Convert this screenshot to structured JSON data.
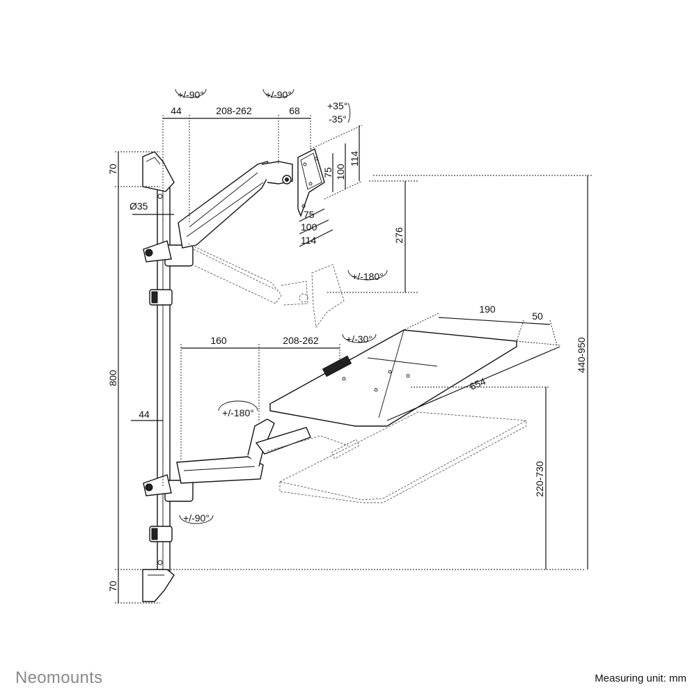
{
  "brand": "Neomounts",
  "footer_note": "Measuring unit: mm",
  "dimensions": {
    "top_44": "44",
    "top_208_262": "208-262",
    "top_68": "68",
    "rot_left": "+/-90°",
    "rot_mid": "+/-90°",
    "tilt_up": "+35°",
    "tilt_down": "-35°",
    "vesa_h_100": "100",
    "vesa_h_114": "114",
    "vesa_h_75": "75",
    "vesa_w_75": "75",
    "vesa_w_100": "100",
    "vesa_w_114": "114",
    "clamp_top_70": "70",
    "pole_diam": "Ø35",
    "height_276": "276",
    "rot_180_top": "+/-180°",
    "kb_190": "190",
    "kb_50": "50",
    "kb_160": "160",
    "kb_208_262": "208-262",
    "rot_30": "+/-30°",
    "kb_654": "654",
    "rot_180_kb": "+/-180°",
    "side_44": "44",
    "height_800": "800",
    "height_440_950": "440-950",
    "height_220_730": "220-730",
    "rot_90_bottom": "+/-90°",
    "clamp_bottom_70": "70"
  }
}
